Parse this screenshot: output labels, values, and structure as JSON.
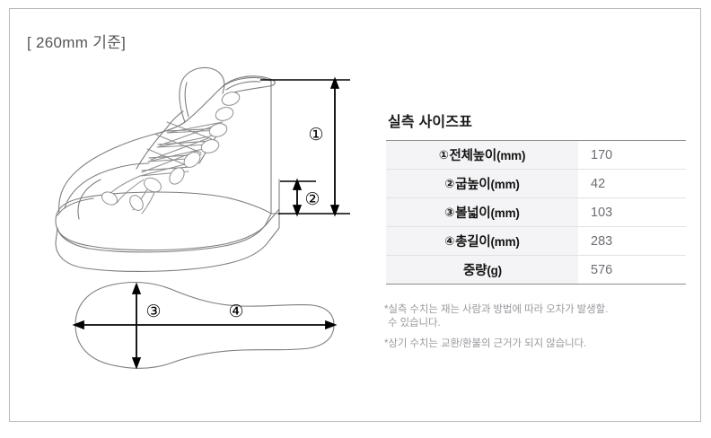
{
  "caption": "[ 260mm 기준]",
  "illustration": {
    "boot_view_name": "boot-side-view",
    "sole_view_name": "sole-bottom-view",
    "markers": [
      {
        "id": "1",
        "glyph": "①",
        "meaning": "overall-height"
      },
      {
        "id": "2",
        "glyph": "②",
        "meaning": "heel-height"
      },
      {
        "id": "3",
        "glyph": "③",
        "meaning": "ball-width"
      },
      {
        "id": "4",
        "glyph": "④",
        "meaning": "total-length"
      }
    ]
  },
  "table": {
    "title": "실측 사이즈표",
    "rows": [
      {
        "marker": "①",
        "label": "전체높이",
        "unit": "(mm)",
        "value": "170"
      },
      {
        "marker": "②",
        "label": "굽높이",
        "unit": "(mm)",
        "value": "42"
      },
      {
        "marker": "③",
        "label": "볼넓이",
        "unit": "(mm)",
        "value": "103"
      },
      {
        "marker": "④",
        "label": "총길이",
        "unit": "(mm)",
        "value": "283"
      },
      {
        "marker": "",
        "label": "중량",
        "unit": "(g)",
        "value": "576"
      }
    ]
  },
  "notes": [
    {
      "line1": "*실측 수치는 재는 사람과 방법에 따라 오차가 발생할.",
      "line2": "수 있습니다."
    },
    {
      "line1": "*상기 수치는 교환/환불의 근거가 되지 않습니다.",
      "line2": ""
    }
  ],
  "colors": {
    "frame_border": "#b9b9b9",
    "table_rule": "#8d8d8d",
    "row_rule": "#e2e2e2",
    "label_bg": "#f4f4f6",
    "value_text": "#6d6d74",
    "caption_text": "#555555",
    "note_text": "#9a9a9f",
    "line_art": "#7d7d7d",
    "dimension_line": "#000000"
  }
}
